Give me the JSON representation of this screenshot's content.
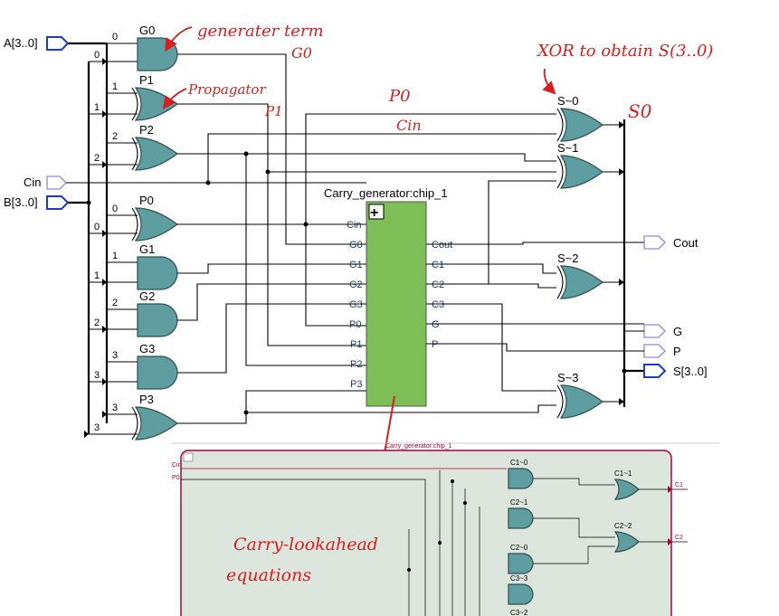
{
  "inputs": {
    "a": "A[3..0]",
    "cin": "Cin",
    "b": "B[3..0]"
  },
  "outputs": {
    "cout": "Cout",
    "g": "G",
    "p": "P",
    "s": "S[3..0]"
  },
  "gates": {
    "g0": "G0",
    "p1": "P1",
    "p2": "P2",
    "p0": "P0",
    "g1": "G1",
    "g2": "G2",
    "g3": "G3",
    "p3": "P3",
    "s0": "S~0",
    "s1": "S~1",
    "s2": "S~2",
    "s3": "S~3"
  },
  "bit_indices": {
    "a": [
      "0",
      "1",
      "2",
      "0",
      "1",
      "2",
      "3",
      "3"
    ],
    "b": [
      "0",
      "1",
      "2",
      "0",
      "1",
      "2",
      "3",
      "3"
    ]
  },
  "block": {
    "title": "Carry_generator:chip_1",
    "expand_symbol": "+",
    "left_ports": [
      "Cin",
      "G0",
      "G1",
      "G2",
      "G3",
      "P0",
      "P1",
      "P2",
      "P3"
    ],
    "right_ports": [
      "Cout",
      "C1",
      "C2",
      "C3",
      "G",
      "P"
    ]
  },
  "annotations": {
    "generator": "generater term",
    "g0": "G0",
    "propagator": "Propagator",
    "p1": "P1",
    "p0": "P0",
    "cin": "Cin",
    "xor": "XOR to obtain S(3..0)",
    "s0": "S0",
    "carry": "Carry-lookahead",
    "equations": "equations"
  },
  "inner": {
    "title": "Carry_generator:chip_1",
    "inputs": [
      "Cin",
      "P0"
    ],
    "gates": [
      "C1~0",
      "C1~1",
      "C2~1",
      "C2~2",
      "C2~0",
      "C3~3",
      "C3~2"
    ],
    "outputs": [
      "C1",
      "C2"
    ]
  },
  "colors": {
    "gate_fill": "#5f9ea0",
    "block_fill": "#7dbf56",
    "inner_fill": "#dce6dc",
    "inner_border": "#b0003a",
    "annotation": "#d62020",
    "port_outline": "#1a3ad0"
  }
}
